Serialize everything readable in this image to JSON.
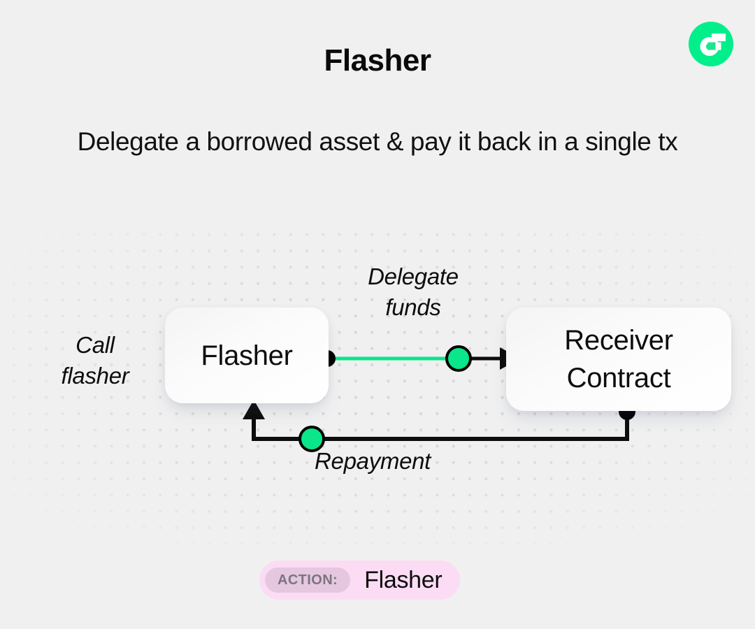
{
  "header": {
    "title": "Flasher",
    "subtitle": "Delegate a borrowed asset\n& pay it back in a single tx",
    "logo_icon": "flow-logo-icon",
    "logo_color": "#00EF8B"
  },
  "diagram": {
    "nodes": [
      {
        "id": "flasher",
        "label": "Flasher"
      },
      {
        "id": "receiver",
        "label": "Receiver\nContract"
      }
    ],
    "labels": {
      "call": "Call\nflasher",
      "delegate": "Delegate\nfunds",
      "repayment": "Repayment"
    },
    "edges": [
      {
        "id": "delegate-edge",
        "from": "flasher",
        "to": "receiver",
        "label": "Delegate funds",
        "direction": "right",
        "marker": "arrow",
        "accent_color": "#00E676"
      },
      {
        "id": "repayment-edge",
        "from": "receiver",
        "to": "flasher",
        "label": "Repayment",
        "direction": "left-up",
        "marker": "arrow",
        "accent_color": "#00E676"
      }
    ],
    "colors": {
      "line": "#0d0d0d",
      "node_dot": "#000000",
      "accent_dot": "#0ae68a",
      "grid_dot": "#d8d8d8",
      "canvas": "#f0f0f0"
    }
  },
  "footer": {
    "action_tag": "ACTION:",
    "action_value": "Flasher",
    "badge_color": "#FCDCF4",
    "tag_color": "#E6C7E0"
  }
}
